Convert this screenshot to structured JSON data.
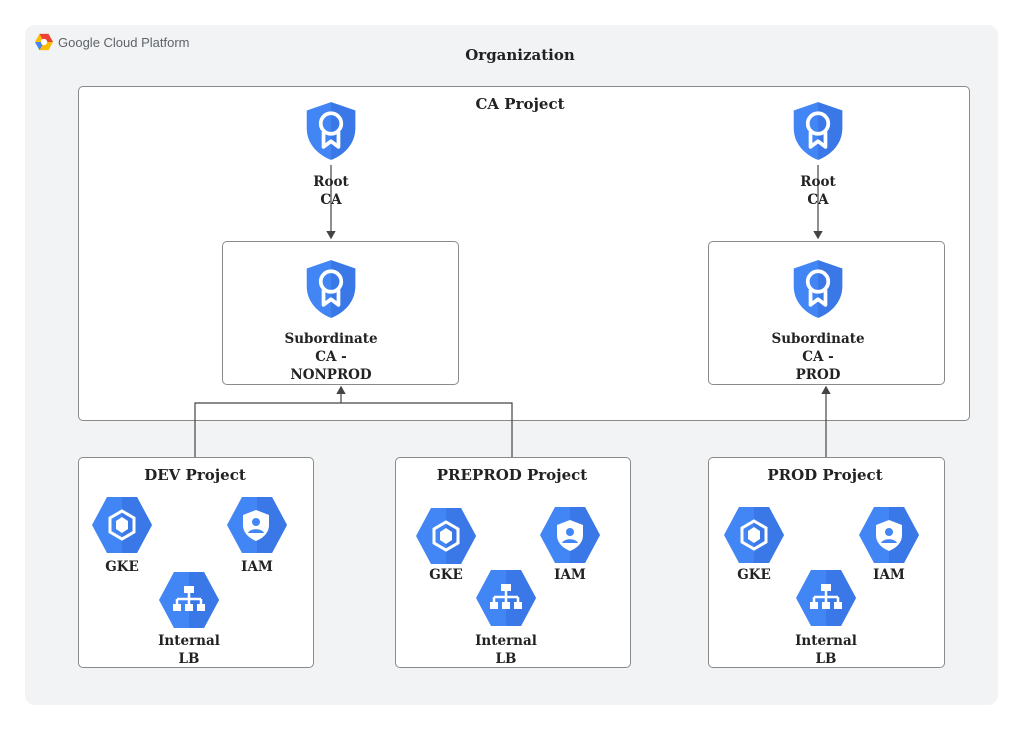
{
  "logo": {
    "text": "Google Cloud Platform"
  },
  "organization": {
    "title": "Organization"
  },
  "ca_project": {
    "title": "CA Project",
    "root_left": {
      "line1": "Root",
      "line2": "CA"
    },
    "root_right": {
      "line1": "Root",
      "line2": "CA"
    },
    "sub_nonprod": {
      "line1": "Subordinate",
      "line2": "CA -",
      "line3": "NONPROD"
    },
    "sub_prod": {
      "line1": "Subordinate",
      "line2": "CA -",
      "line3": "PROD"
    }
  },
  "dev": {
    "title": "DEV Project",
    "gke": "GKE",
    "iam": "IAM",
    "lb1": "Internal",
    "lb2": "LB"
  },
  "preprod": {
    "title": "PREPROD Project",
    "gke": "GKE",
    "iam": "IAM",
    "lb1": "Internal",
    "lb2": "LB"
  },
  "prod": {
    "title": "PROD Project",
    "gke": "GKE",
    "iam": "IAM",
    "lb1": "Internal",
    "lb2": "LB"
  },
  "colors": {
    "icon_blue": "#4285f4",
    "icon_dark": "#3367d6",
    "background": "#f1f3f4",
    "border": "#8a8a8a"
  }
}
